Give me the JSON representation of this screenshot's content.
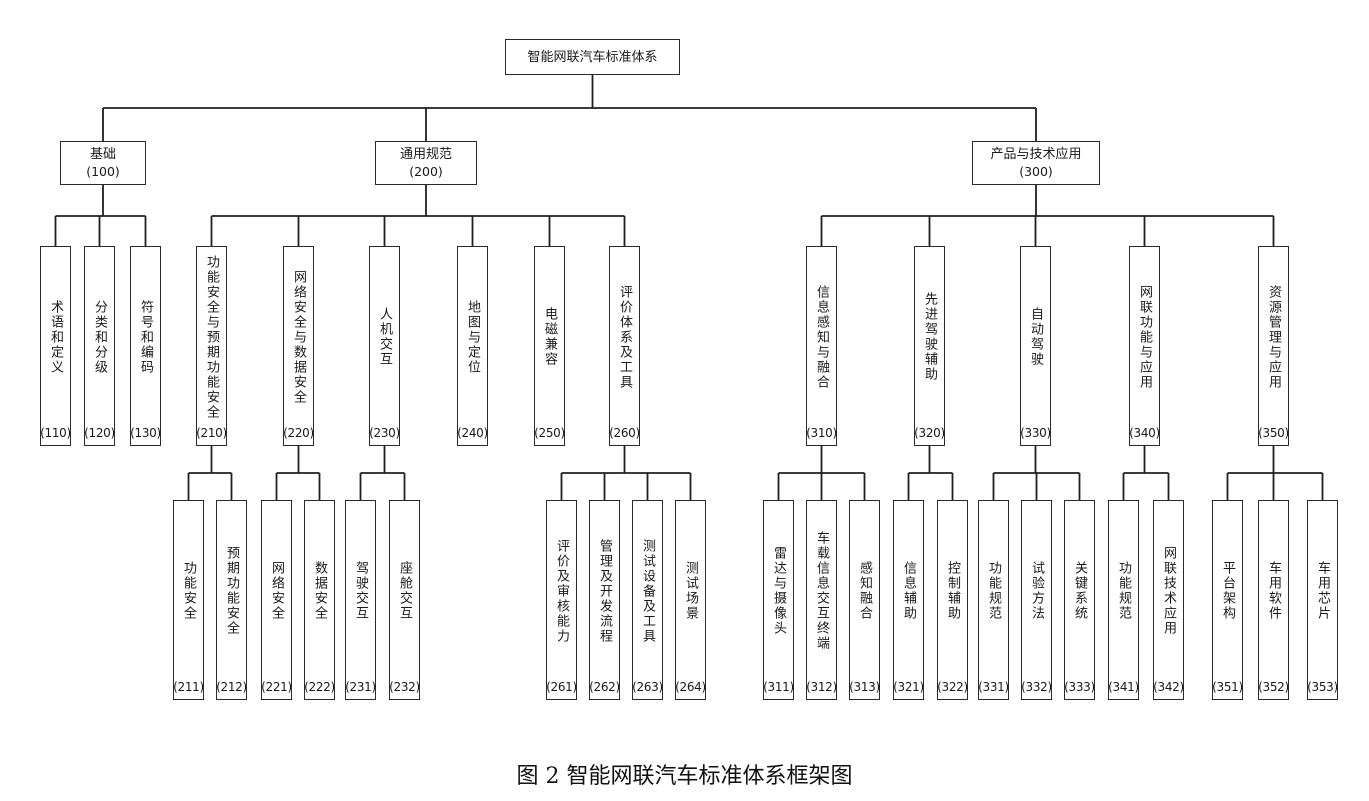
{
  "diagram": {
    "root": {
      "id": "root",
      "label": "智能网联汽车标准体系",
      "children": [
        {
          "id": "n100",
          "label": "基础",
          "code": "(100)",
          "children": [
            {
              "id": "n110",
              "label": "术语和定义",
              "code": "(110)"
            },
            {
              "id": "n120",
              "label": "分类和分级",
              "code": "(120)"
            },
            {
              "id": "n130",
              "label": "符号和编码",
              "code": "(130)"
            }
          ]
        },
        {
          "id": "n200",
          "label": "通用规范",
          "code": "(200)",
          "children": [
            {
              "id": "n210",
              "label": "功能安全与预期功能安全",
              "code": "(210)",
              "children": [
                {
                  "id": "n211",
                  "label": "功能安全",
                  "code": "(211)"
                },
                {
                  "id": "n212",
                  "label": "预期功能安全",
                  "code": "(212)"
                }
              ]
            },
            {
              "id": "n220",
              "label": "网络安全与数据安全",
              "code": "(220)",
              "children": [
                {
                  "id": "n221",
                  "label": "网络安全",
                  "code": "(221)"
                },
                {
                  "id": "n222",
                  "label": "数据安全",
                  "code": "(222)"
                }
              ]
            },
            {
              "id": "n230",
              "label": "人机交互",
              "code": "(230)",
              "children": [
                {
                  "id": "n231",
                  "label": "驾驶交互",
                  "code": "(231)"
                },
                {
                  "id": "n232",
                  "label": "座舱交互",
                  "code": "(232)"
                }
              ]
            },
            {
              "id": "n240",
              "label": "地图与定位",
              "code": "(240)"
            },
            {
              "id": "n250",
              "label": "电磁兼容",
              "code": "(250)"
            },
            {
              "id": "n260",
              "label": "评价体系及工具",
              "code": "(260)",
              "children": [
                {
                  "id": "n261",
                  "label": "评价及审核能力",
                  "code": "(261)"
                },
                {
                  "id": "n262",
                  "label": "管理及开发流程",
                  "code": "(262)"
                },
                {
                  "id": "n263",
                  "label": "测试设备及工具",
                  "code": "(263)"
                },
                {
                  "id": "n264",
                  "label": "测试场景",
                  "code": "(264)"
                }
              ]
            }
          ]
        },
        {
          "id": "n300",
          "label": "产品与技术应用",
          "code": "(300)",
          "children": [
            {
              "id": "n310",
              "label": "信息感知与融合",
              "code": "(310)",
              "children": [
                {
                  "id": "n311",
                  "label": "雷达与摄像头",
                  "code": "(311)"
                },
                {
                  "id": "n312",
                  "label": "车载信息交互终端",
                  "code": "(312)"
                },
                {
                  "id": "n313",
                  "label": "感知融合",
                  "code": "(313)"
                }
              ]
            },
            {
              "id": "n320",
              "label": "先进驾驶辅助",
              "code": "(320)",
              "children": [
                {
                  "id": "n321",
                  "label": "信息辅助",
                  "code": "(321)"
                },
                {
                  "id": "n322",
                  "label": "控制辅助",
                  "code": "(322)"
                }
              ]
            },
            {
              "id": "n330",
              "label": "自动驾驶",
              "code": "(330)",
              "children": [
                {
                  "id": "n331",
                  "label": "功能规范",
                  "code": "(331)"
                },
                {
                  "id": "n332",
                  "label": "试验方法",
                  "code": "(332)"
                },
                {
                  "id": "n333",
                  "label": "关键系统",
                  "code": "(333)"
                }
              ]
            },
            {
              "id": "n340",
              "label": "网联功能与应用",
              "code": "(340)",
              "children": [
                {
                  "id": "n341",
                  "label": "功能规范",
                  "code": "(341)"
                },
                {
                  "id": "n342",
                  "label": "网联技术应用",
                  "code": "(342)"
                }
              ]
            },
            {
              "id": "n350",
              "label": "资源管理与应用",
              "code": "(350)",
              "children": [
                {
                  "id": "n351",
                  "label": "平台架构",
                  "code": "(351)"
                },
                {
                  "id": "n352",
                  "label": "车用软件",
                  "code": "(352)"
                },
                {
                  "id": "n353",
                  "label": "车用芯片",
                  "code": "(353)"
                }
              ]
            }
          ]
        }
      ]
    },
    "caption": "图 2  智能网联汽车标准体系框架图",
    "line_color": "#1f1f1f"
  }
}
